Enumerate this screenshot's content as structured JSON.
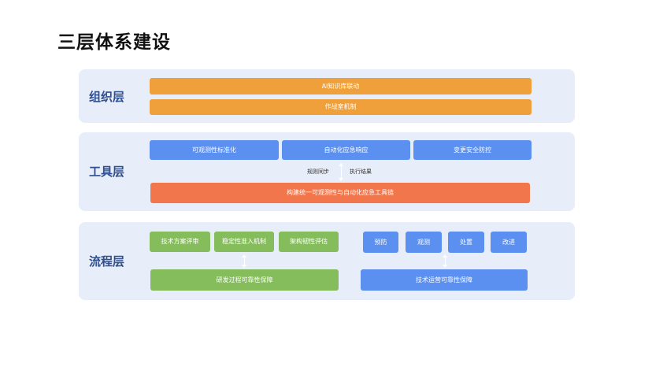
{
  "title": "三层体系建设",
  "org_layer": {
    "label": "组织层",
    "bars": [
      "AI知识库联动",
      "作战室机制"
    ]
  },
  "tool_layer": {
    "label": "工具层",
    "top": [
      "可观测性标准化",
      "自动化应急响应",
      "变更安全防控"
    ],
    "left_caption": "规则同步",
    "right_caption": "执行结果",
    "bottom": "构建统一可观测性与自动化应急工具链"
  },
  "process_layer": {
    "label": "流程层",
    "left_top": [
      "技术方案评审",
      "稳定性准入机制",
      "架构韧性评估"
    ],
    "left_bottom": "研发过程可靠性保障",
    "right_top": [
      "预防",
      "观测",
      "处置",
      "改进"
    ],
    "right_bottom": "技术运营可靠性保障"
  },
  "colors": {
    "orange": "#f0a03a",
    "blue": "#5b8ff0",
    "red": "#f2764c",
    "green": "#86bd5c",
    "layer_bg": "#e8eef9",
    "label": "#2f4f8f"
  }
}
